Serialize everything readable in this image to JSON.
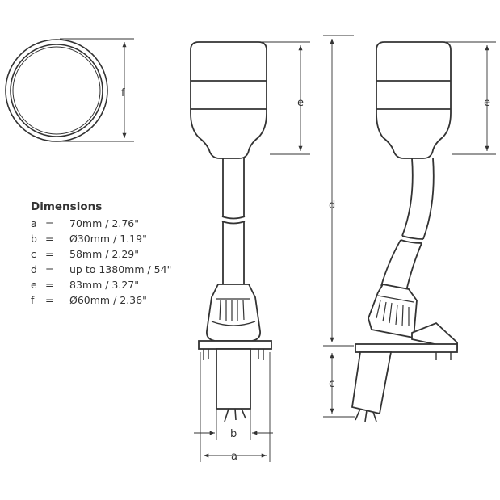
{
  "legend": {
    "title": "Dimensions",
    "rows": [
      {
        "key": "a",
        "eq": "=",
        "value": "70mm   / 2.76\""
      },
      {
        "key": "b",
        "eq": "=",
        "value": "Ø30mm / 1.19\""
      },
      {
        "key": "c",
        "eq": "=",
        "value": "58mm   / 2.29\""
      },
      {
        "key": "d",
        "eq": "=",
        "value": "up to 1380mm  / 54\""
      },
      {
        "key": "e",
        "eq": "=",
        "value": "83mm   / 3.27\""
      },
      {
        "key": "f",
        "eq": "=",
        "value": "Ø60mm / 2.36\""
      }
    ]
  },
  "labels": {
    "a": "a",
    "b": "b",
    "c": "c",
    "d": "d",
    "e1": "e",
    "e2": "e",
    "f": "f"
  },
  "colors": {
    "stroke": "#333333",
    "fill": "#ffffff"
  }
}
